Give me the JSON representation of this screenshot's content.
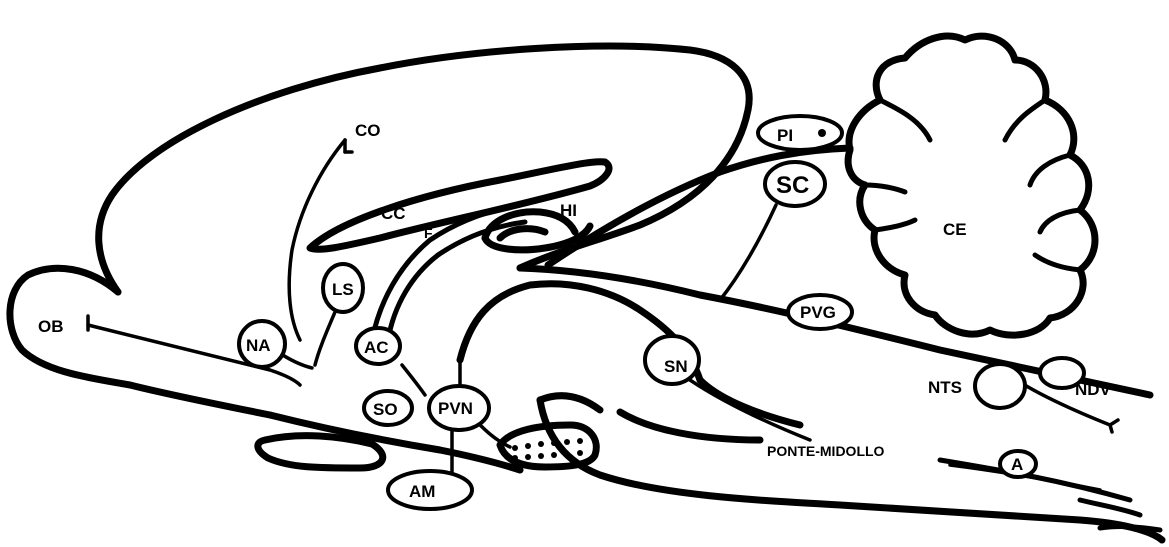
{
  "labels": {
    "co": "CO",
    "cc": "CC",
    "f": "F",
    "hi": "HI",
    "pi": "PI",
    "sc": "SC",
    "ce": "CE",
    "ls": "LS",
    "ob": "OB",
    "na": "NA",
    "ac": "AC",
    "pvn": "PVN",
    "so": "SO",
    "am": "AM",
    "sn": "SN",
    "pvg": "PVG",
    "nts": "NTS",
    "ndv": "NDV",
    "a": "A",
    "ponte_midollo": "PONTE-MIDOLLO"
  }
}
